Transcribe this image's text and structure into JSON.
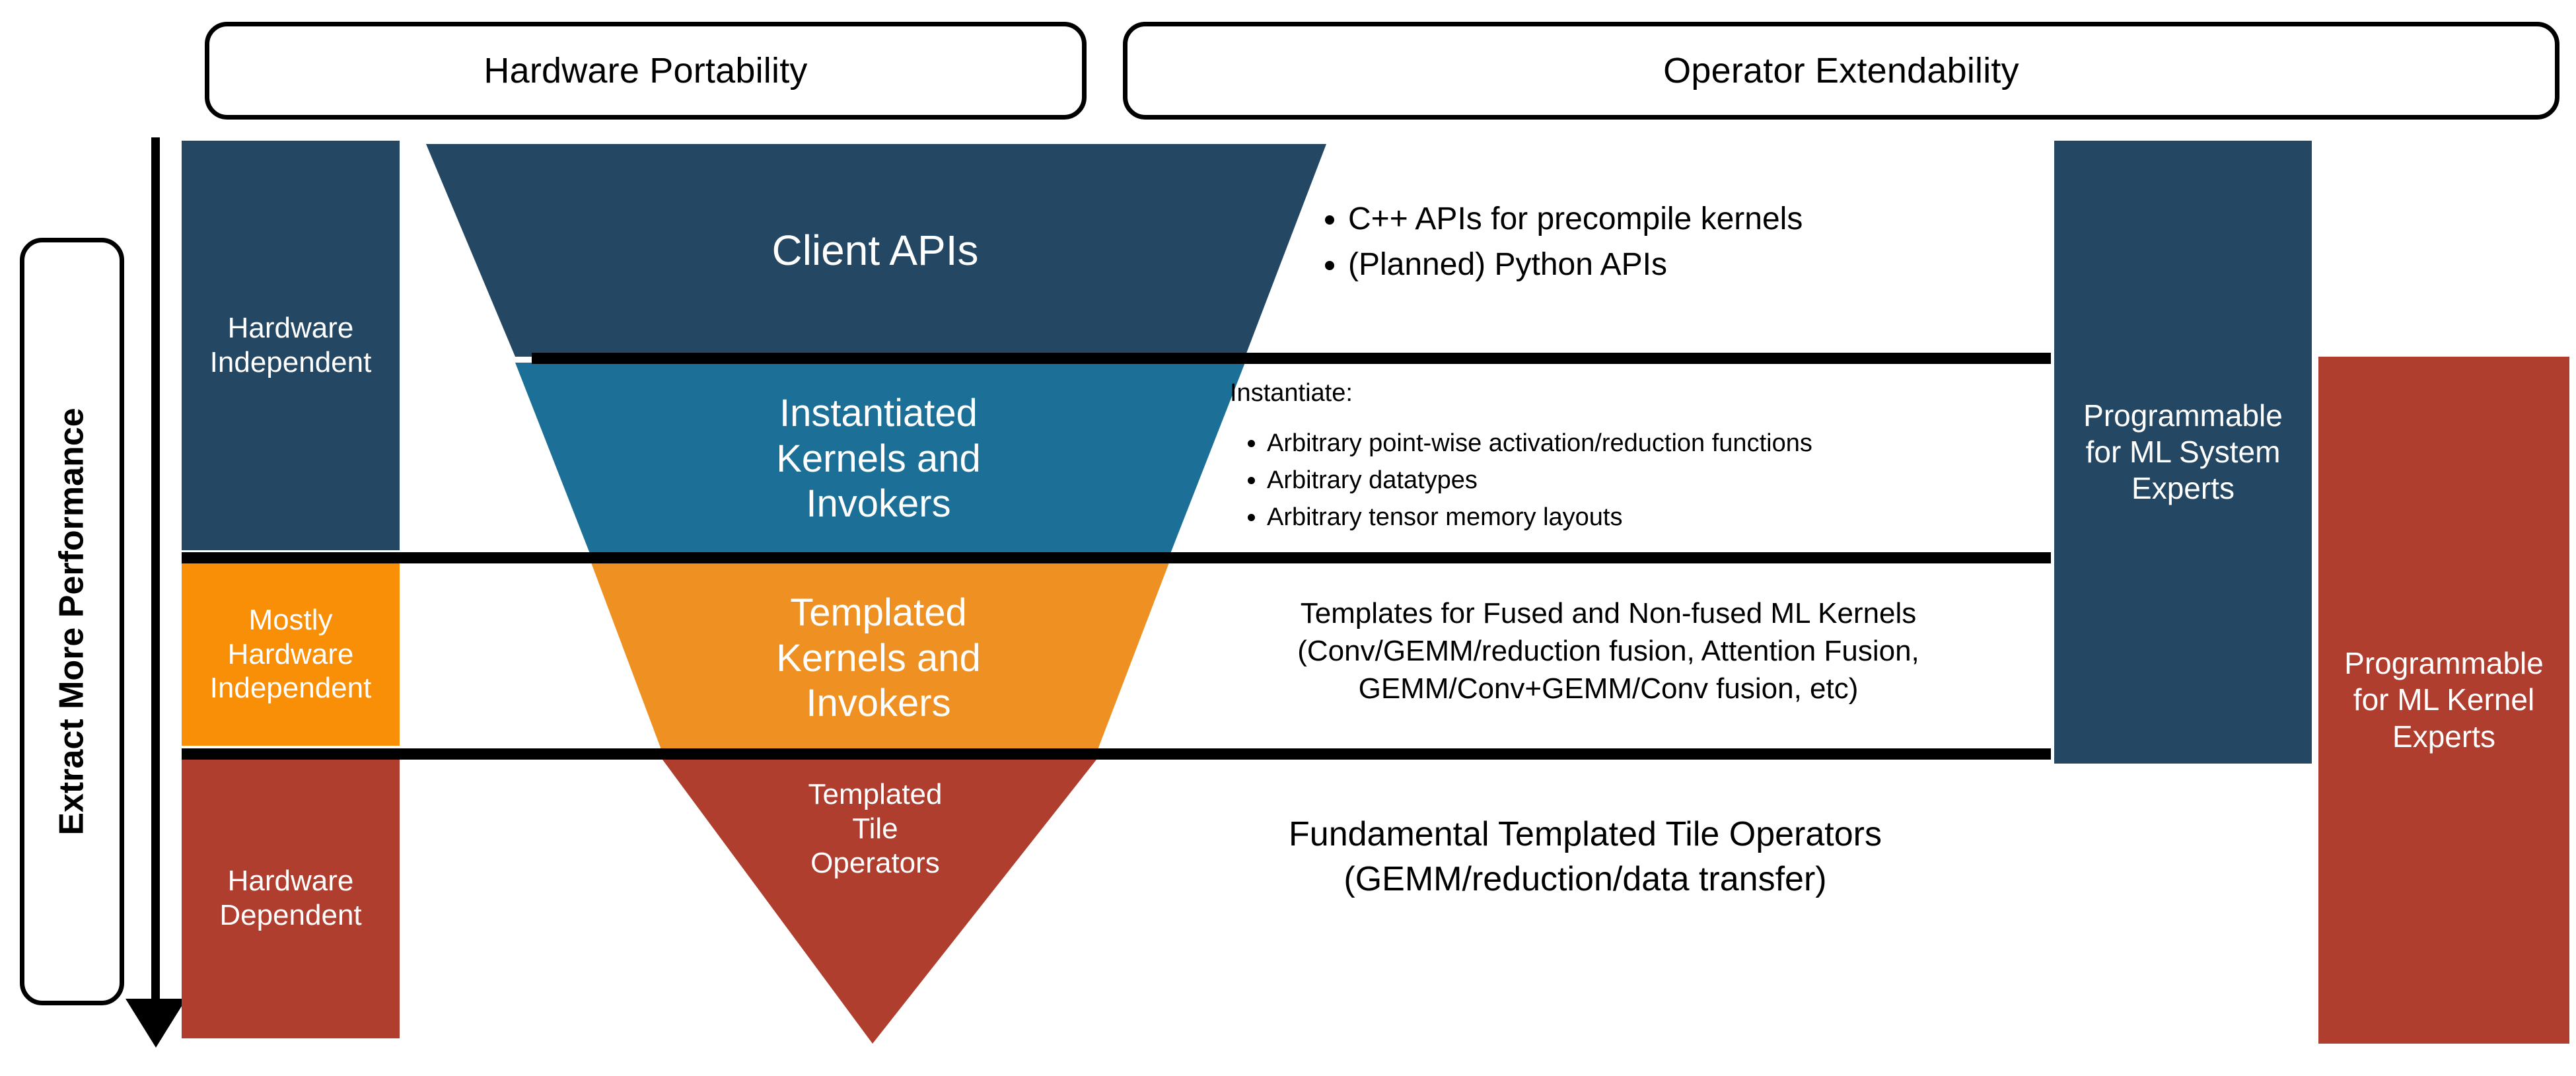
{
  "headers": {
    "hardware_portability": "Hardware Portability",
    "operator_extendability": "Operator Extendability"
  },
  "axis": {
    "label": "Extract More Performance",
    "direction_icon": "down-arrow-icon"
  },
  "hardware_levels": [
    {
      "label": "Hardware\nIndependent",
      "color": "#244763"
    },
    {
      "label": "Mostly\nHardware\nIndependent",
      "color": "#F98E07"
    },
    {
      "label": "Hardware\nDependent",
      "color": "#B03E2F"
    }
  ],
  "funnel": {
    "layers": [
      {
        "name": "client-apis",
        "label": "Client APIs",
        "color": "#244763"
      },
      {
        "name": "instantiated",
        "label": "Instantiated\nKernels and\nInvokers",
        "color": "#1C7098"
      },
      {
        "name": "templated-kernels",
        "label": "Templated\nKernels and\nInvokers",
        "color": "#EE9122"
      },
      {
        "name": "templated-tile",
        "label": "Templated\nTile\nOperators",
        "color": "#B03E2F"
      }
    ]
  },
  "descriptions": {
    "client_apis": {
      "bullets": [
        "C++ APIs for precompile kernels",
        "(Planned) Python APIs"
      ]
    },
    "instantiated": {
      "lead": "Instantiate:",
      "bullets": [
        "Arbitrary point-wise activation/reduction functions",
        "Arbitrary datatypes",
        "Arbitrary tensor memory layouts"
      ]
    },
    "templated_kernels": {
      "lines": [
        "Templates for Fused and Non-fused ML Kernels",
        "(Conv/GEMM/reduction fusion, Attention Fusion,",
        "GEMM/Conv+GEMM/Conv fusion, etc)"
      ]
    },
    "templated_tile": {
      "lines": [
        "Fundamental Templated Tile Operators",
        "(GEMM/reduction/data transfer)"
      ]
    }
  },
  "roles": [
    {
      "label": "Programmable\nfor ML System\nExperts",
      "color": "#244763"
    },
    {
      "label": "Programmable\nfor ML Kernel\nExperts",
      "color": "#B03E2F"
    }
  ],
  "colors": {
    "navy": "#244763",
    "blue": "#1C7098",
    "orange_funnel": "#EE9122",
    "orange_bar": "#F98E07",
    "red": "#B03E2F",
    "line": "#000000",
    "background": "#FFFFFF"
  }
}
